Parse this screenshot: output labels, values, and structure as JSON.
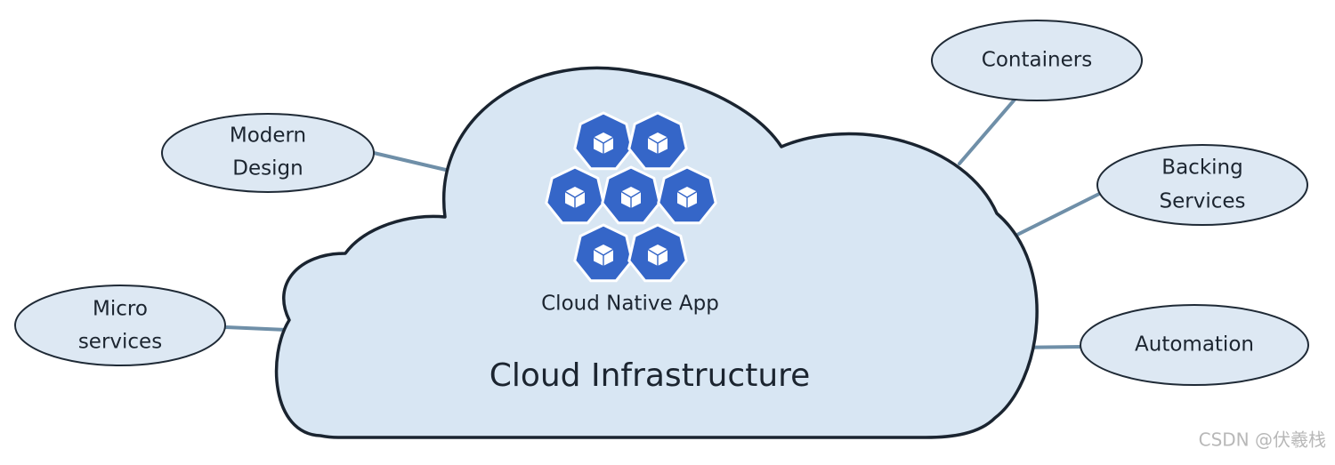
{
  "diagram": {
    "center": {
      "app_label": "Cloud Native App",
      "infrastructure_label": "Cloud Infrastructure"
    },
    "nodes": [
      {
        "id": "modern-design",
        "lines": [
          "Modern",
          "Design"
        ]
      },
      {
        "id": "micro-services",
        "lines": [
          "Micro",
          "services"
        ]
      },
      {
        "id": "containers",
        "lines": [
          "Containers"
        ]
      },
      {
        "id": "backing-services",
        "lines": [
          "Backing",
          "Services"
        ]
      },
      {
        "id": "automation",
        "lines": [
          "Automation"
        ]
      }
    ],
    "icon": "kubernetes-cube-icon",
    "colors": {
      "icon_blue": "#3566c8",
      "cloud_fill": "#d8e6f3",
      "bubble_fill": "#dde8f3",
      "connector": "#6f8fa8"
    }
  },
  "watermark": "CSDN @伏羲栈"
}
